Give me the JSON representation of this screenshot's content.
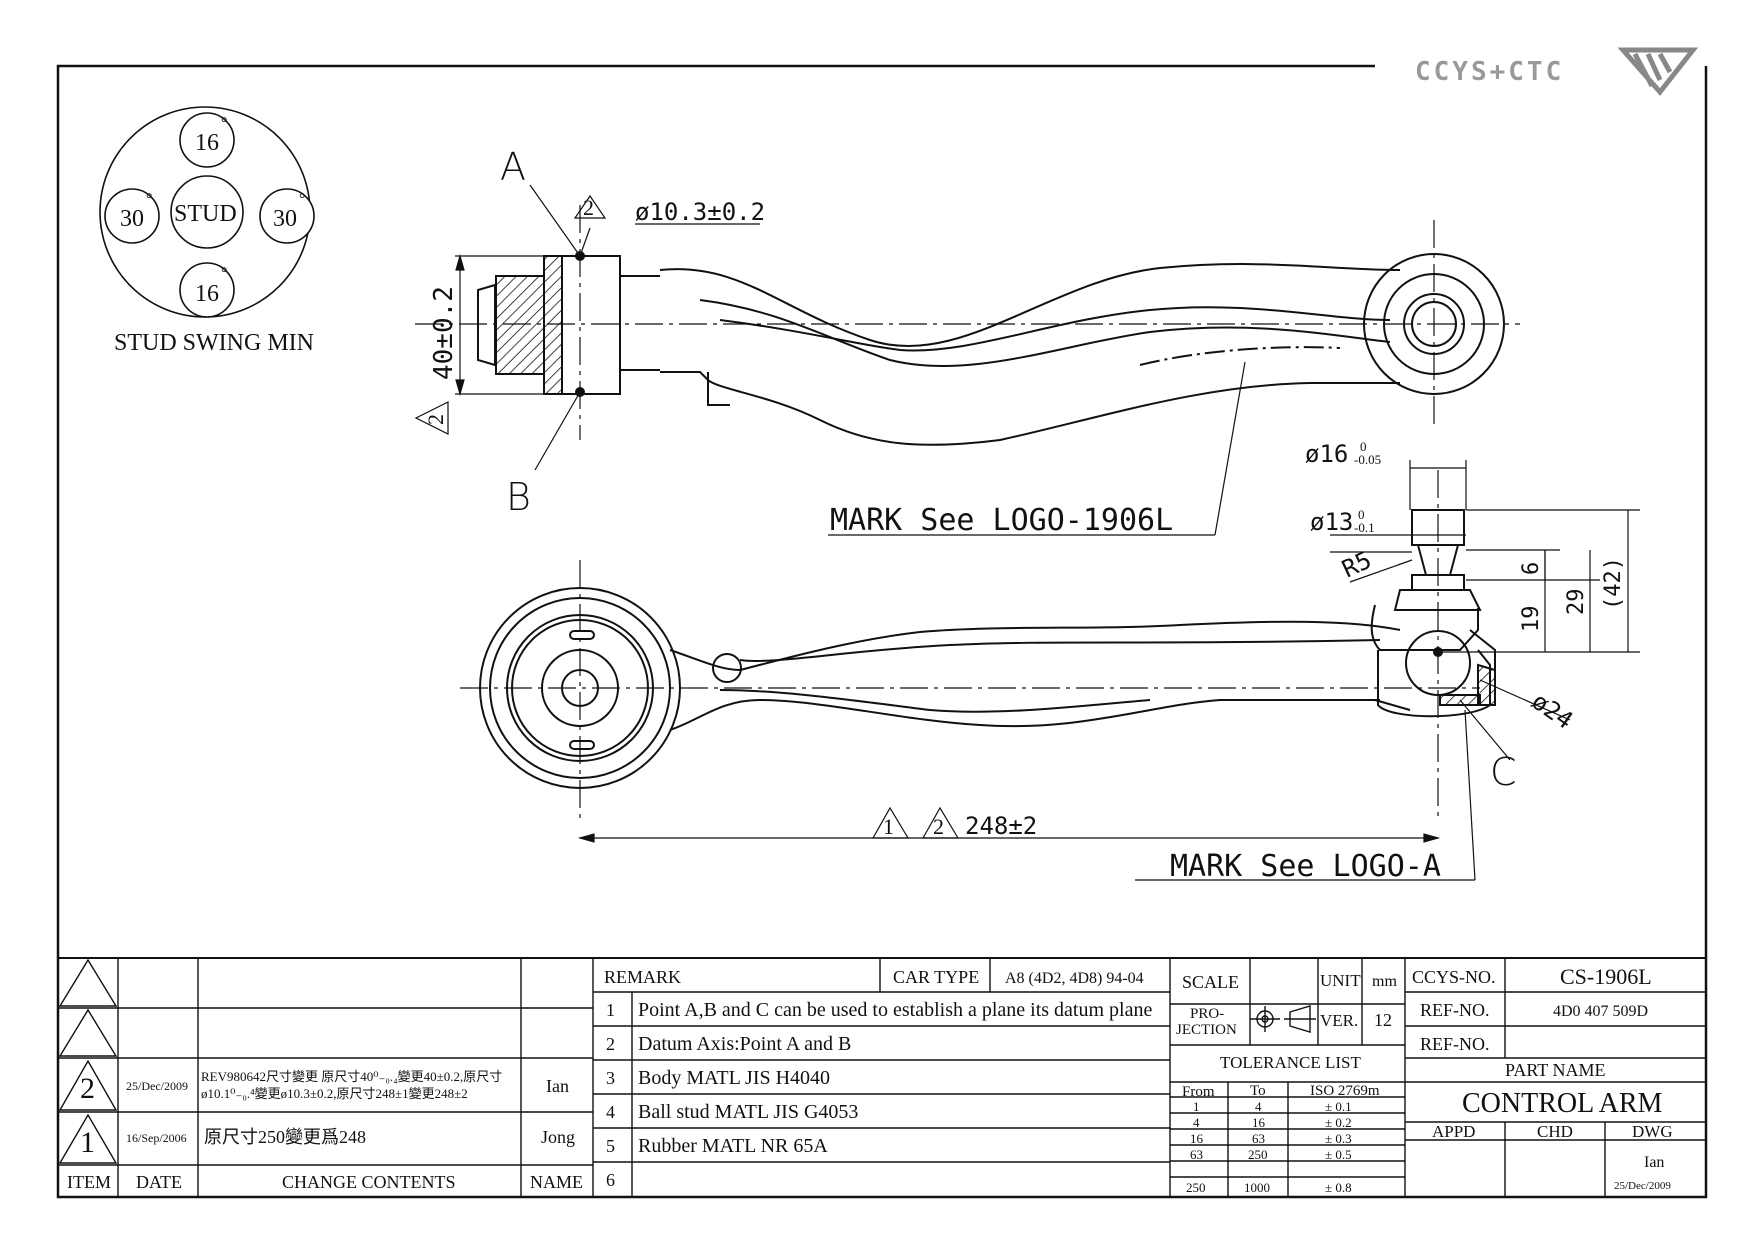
{
  "logo_text": "CCYS+CTC",
  "stud_swing": {
    "top": "16",
    "bottom": "16",
    "left": "30",
    "right": "30",
    "degree": "°",
    "center": "STUD",
    "caption": "STUD SWING MIN"
  },
  "labels": {
    "point_a": "A",
    "point_b": "B",
    "point_c": "C",
    "rev2": "2",
    "rev1": "1",
    "dia_top": "ø10.3±0.2",
    "dim_40": "40±0.2",
    "dia_16": "ø16",
    "dia_16_tol_up": "0",
    "dia_16_tol_dn": "-0.05",
    "dia_13": "ø13",
    "dia_13_tol_up": "0",
    "dia_13_tol_dn": "-0.1",
    "r5": "R5",
    "dim_19": "19",
    "dim_6": "6",
    "dim_29": "29",
    "dim_42": "(42)",
    "dia_24": "ø24",
    "dim_248": "248±2",
    "mark_1906": "MARK See LOGO-1906L",
    "mark_a": "MARK See LOGO-A"
  },
  "revisions": {
    "headers": {
      "item": "ITEM",
      "date": "DATE",
      "contents": "CHANGE CONTENTS",
      "name": "NAME"
    },
    "rows": [
      {
        "item": "",
        "date": "",
        "contents": "",
        "name": ""
      },
      {
        "item": "",
        "date": "",
        "contents": "",
        "name": ""
      },
      {
        "item": "2",
        "date": "25/Dec/2009",
        "contents_1": "REV980642尺寸變更 原尺寸40⁰₋₀.₄變更40±0.2,原尺寸",
        "contents_2": "ø10.1⁰₋₀.⁴變更ø10.3±0.2,原尺寸248±1變更248±2",
        "name": "Ian"
      },
      {
        "item": "1",
        "date": "16/Sep/2006",
        "contents": "原尺寸250變更爲248",
        "name": "Jong"
      }
    ]
  },
  "remark": {
    "title": "REMARK",
    "car_type_label": "CAR TYPE",
    "car_type": "A8 (4D2, 4D8) 94-04",
    "items": [
      {
        "no": "1",
        "text": "Point A,B and C can be used to establish a plane its datum plane"
      },
      {
        "no": "2",
        "text": "Datum Axis:Point A and B"
      },
      {
        "no": "3",
        "text": "Body MATL JIS H4040"
      },
      {
        "no": "4",
        "text": "Ball stud MATL JIS G4053"
      },
      {
        "no": "5",
        "text": "Rubber MATL NR 65A"
      },
      {
        "no": "6",
        "text": ""
      }
    ]
  },
  "spec": {
    "scale_label": "SCALE",
    "scale": "",
    "unit_label": "UNIT",
    "unit": "mm",
    "projection_label_1": "PRO-",
    "projection_label_2": "JECTION",
    "ver_label": "VER.",
    "ver": "12",
    "tolerance_title": "TOLERANCE LIST",
    "tol_headers": {
      "from": "From",
      "to": "To",
      "iso": "ISO 2769m"
    },
    "tolerances": [
      {
        "from": "1",
        "to": "4",
        "tol": "± 0.1"
      },
      {
        "from": "4",
        "to": "16",
        "tol": "± 0.2"
      },
      {
        "from": "16",
        "to": "63",
        "tol": "± 0.3"
      },
      {
        "from": "63",
        "to": "250",
        "tol": "± 0.5"
      },
      {
        "from": "250",
        "to": "1000",
        "tol": "± 0.8"
      }
    ]
  },
  "title_block": {
    "ccys_label": "CCYS-NO.",
    "ccys_no": "CS-1906L",
    "ref_label": "REF-NO.",
    "ref_no": "4D0 407 509D",
    "ref2_label": "REF-NO.",
    "ref2_no": "",
    "part_name_label": "PART NAME",
    "part_name": "CONTROL ARM",
    "appd": "APPD",
    "chd": "CHD",
    "dwg": "DWG",
    "dwg_name": "Ian",
    "dwg_date": "25/Dec/2009"
  }
}
